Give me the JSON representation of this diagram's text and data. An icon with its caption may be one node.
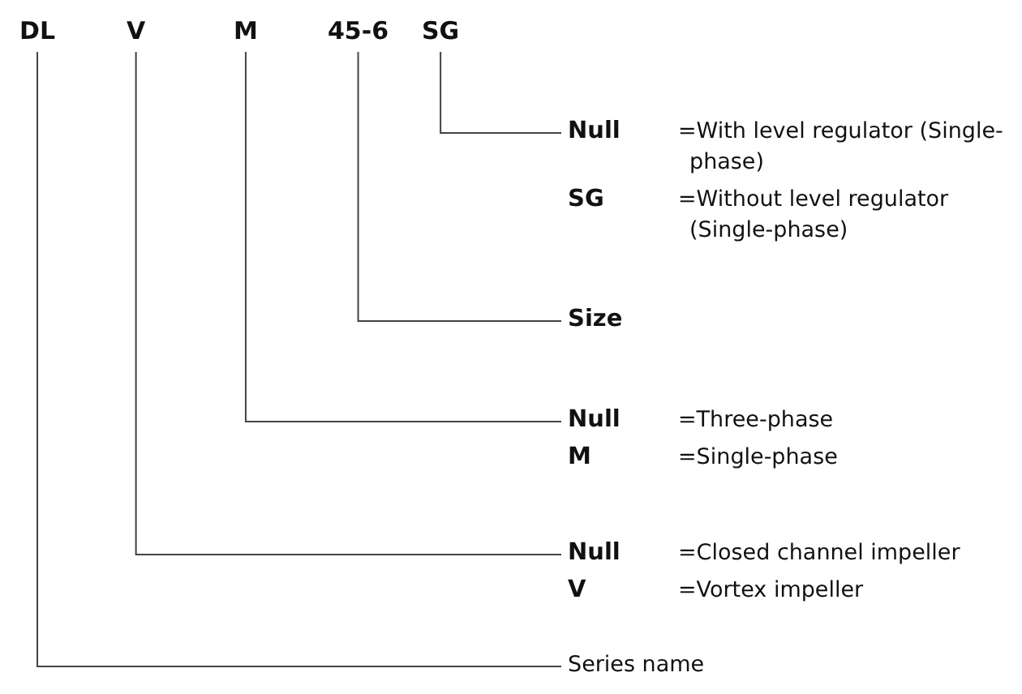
{
  "diagram": {
    "nodes": [
      {
        "text": [
          "DL"
        ]
      },
      {
        "text": [
          "V"
        ]
      },
      {
        "text": [
          "M"
        ]
      },
      {
        "text": [
          "45-6"
        ]
      },
      {
        "text": [
          "SG"
        ]
      },
      {
        "text": [
          "Null",
          "=With level regulator (Single-phase)",
          "SG",
          "=Without level regulator (Single-phase)"
        ]
      },
      {
        "text": [
          "Size"
        ]
      },
      {
        "text": [
          "Null",
          "=Three-phase",
          "M",
          "=Single-phase"
        ]
      },
      {
        "text": [
          "Null",
          "=Closed channel impeller",
          "V",
          "=Vortex impeller"
        ]
      },
      {
        "text": [
          "Series name"
        ]
      }
    ],
    "edges": [
      {
        "from": 4,
        "to": 5,
        "arrow": "none"
      },
      {
        "from": 3,
        "to": 6,
        "arrow": "none"
      },
      {
        "from": 2,
        "to": 7,
        "arrow": "none"
      },
      {
        "from": 1,
        "to": 8,
        "arrow": "none"
      },
      {
        "from": 0,
        "to": 9,
        "arrow": "none"
      }
    ]
  }
}
